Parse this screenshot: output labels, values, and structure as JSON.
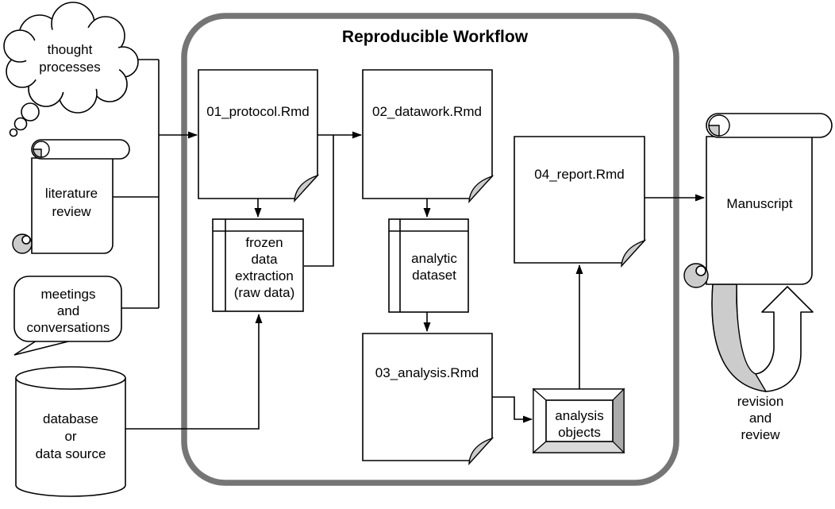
{
  "diagram_title": "Reproducible Workflow",
  "colors": {
    "container_border": "#757575",
    "shade_gray": "#cccccc",
    "frame_side_gray": "#ababab",
    "frame_bottom_gray": "#d9d9d9"
  },
  "nodes": {
    "thought_processes": {
      "lines": [
        "thought",
        "processes"
      ]
    },
    "literature_review": {
      "lines": [
        "literature",
        "review"
      ]
    },
    "meetings": {
      "lines": [
        "meetings",
        "and",
        "conversations"
      ]
    },
    "database": {
      "lines": [
        "database",
        "or",
        "data source"
      ]
    },
    "protocol": {
      "label": "01_protocol.Rmd"
    },
    "datawork": {
      "label": "02_datawork.Rmd"
    },
    "frozen_data": {
      "lines": [
        "frozen",
        "data",
        "extraction",
        "(raw data)"
      ]
    },
    "analytic_dataset": {
      "lines": [
        "analytic",
        "dataset"
      ]
    },
    "analysis": {
      "label": "03_analysis.Rmd"
    },
    "report": {
      "label": "04_report.Rmd"
    },
    "analysis_objects": {
      "lines": [
        "analysis",
        "objects"
      ]
    },
    "manuscript": {
      "label": "Manuscript"
    },
    "revision_review": {
      "lines": [
        "revision",
        "and",
        "review"
      ]
    }
  }
}
